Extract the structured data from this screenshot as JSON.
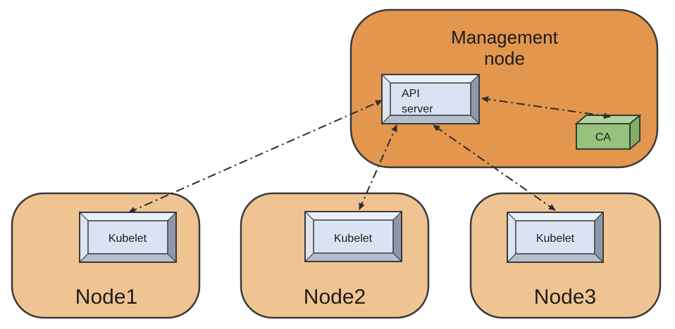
{
  "diagram": {
    "management_node": {
      "label_line1": "Management",
      "label_line2": "node",
      "api_server": {
        "label_line1": "API",
        "label_line2": "server"
      },
      "ca": {
        "label": "CA"
      }
    },
    "nodes": [
      {
        "label": "Node1",
        "component": "Kubelet"
      },
      {
        "label": "Node2",
        "component": "Kubelet"
      },
      {
        "label": "Node3",
        "component": "Kubelet"
      }
    ],
    "connections": [
      {
        "from": "API server",
        "to": "Node1 Kubelet",
        "style": "dash-dot",
        "bidirectional": true
      },
      {
        "from": "API server",
        "to": "Node2 Kubelet",
        "style": "dash-dot",
        "bidirectional": true
      },
      {
        "from": "API server",
        "to": "Node3 Kubelet",
        "style": "dash-dot",
        "bidirectional": true
      },
      {
        "from": "API server",
        "to": "CA",
        "style": "dash-dot",
        "bidirectional": true
      }
    ]
  },
  "colors": {
    "background": "#ffffff",
    "management-fill": "#e2964e",
    "node-fill": "#f0c492",
    "shape-border": "#3a3a3a",
    "box-face": "#d9e3f3",
    "box-bevel-top": "#eaf0f8",
    "box-bevel-left": "#dce5f1",
    "box-bevel-right": "#8d99ab",
    "box-bevel-bottom": "#b3becd",
    "ca-front": "#96c27e",
    "ca-top": "#b2d49c",
    "ca-side": "#7fae64",
    "line-color": "#2e2e2e",
    "text-color": "#1c1c1c"
  }
}
